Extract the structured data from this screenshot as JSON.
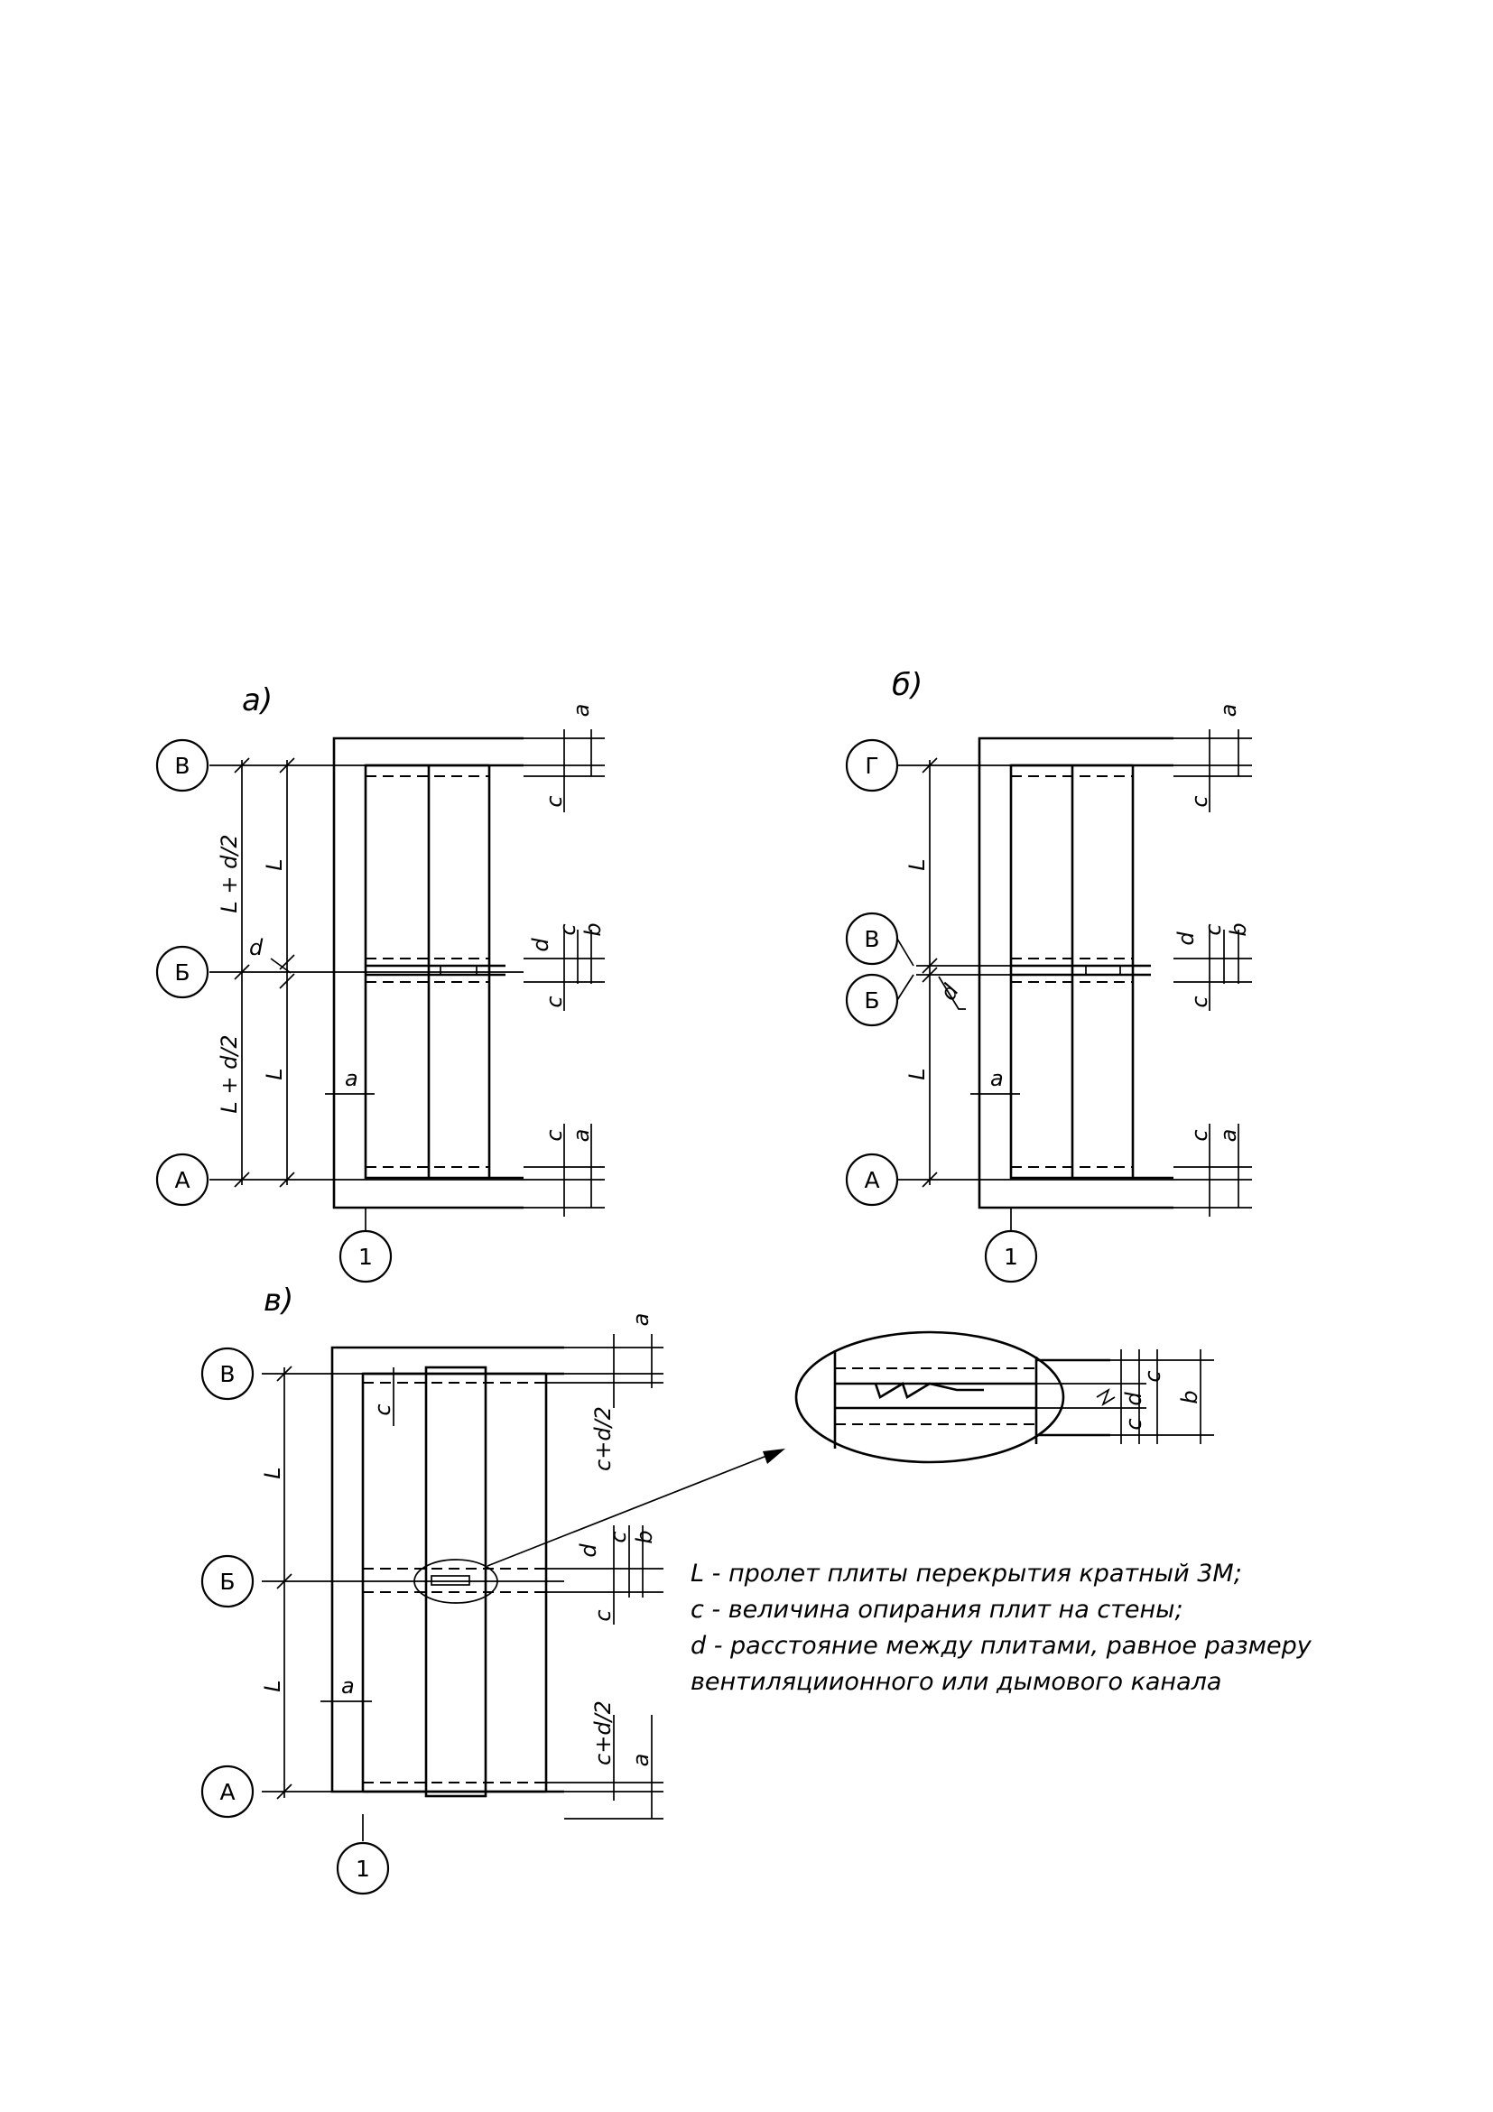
{
  "panels": {
    "a": {
      "label": "а)",
      "axes": [
        "В",
        "Б",
        "А"
      ],
      "bottom_axis": "1",
      "dims": {
        "l_d2_top": "L + d/2",
        "l_top": "L",
        "l_d2_bottom": "L + d/2",
        "l_bottom": "L",
        "d_left": "d",
        "a_inner": "a",
        "r_a_top": "a",
        "r_c_top": "c",
        "r_d_mid": "d",
        "r_c_mid_top": "c",
        "r_b_mid": "b",
        "r_c_mid_bot": "c",
        "r_c_bot": "c",
        "r_a_bot": "a"
      }
    },
    "b": {
      "label": "б)",
      "axes": [
        "Г",
        "В",
        "Б",
        "А"
      ],
      "bottom_axis": "1",
      "dims": {
        "l_top": "L",
        "l_bottom": "L",
        "d_left": "d",
        "a_inner": "a",
        "r_a_top": "a",
        "r_c_top": "c",
        "r_d_mid": "d",
        "r_c_mid_top": "c",
        "r_b_mid": "b",
        "r_c_mid_bot": "c",
        "r_c_bot": "c",
        "r_a_bot": "a"
      }
    },
    "c": {
      "label": "в)",
      "axes": [
        "В",
        "Б",
        "А"
      ],
      "bottom_axis": "1",
      "dims": {
        "l_top": "L",
        "l_bottom": "L",
        "c_inner": "c",
        "a_inner": "a",
        "r_a_top": "a",
        "r_cd2_top": "c+d/2",
        "r_d_mid": "d",
        "r_c_mid_top": "c",
        "r_b_mid": "b",
        "r_c_mid_bot": "c",
        "r_cd2_bot": "c+d/2",
        "r_a_bot": "a"
      }
    },
    "detail": {
      "dims": {
        "c_top": "c",
        "d": "d",
        "c_bot": "c",
        "b": "b"
      }
    }
  },
  "legend": {
    "line1": "L - пролет плиты перекрытия кратный 3М;",
    "line2": "c - величина опирания плит на стены;",
    "line3": "d - расстояние между плитами, равное размеру",
    "line4": "вентиляциионного или дымового канала"
  }
}
